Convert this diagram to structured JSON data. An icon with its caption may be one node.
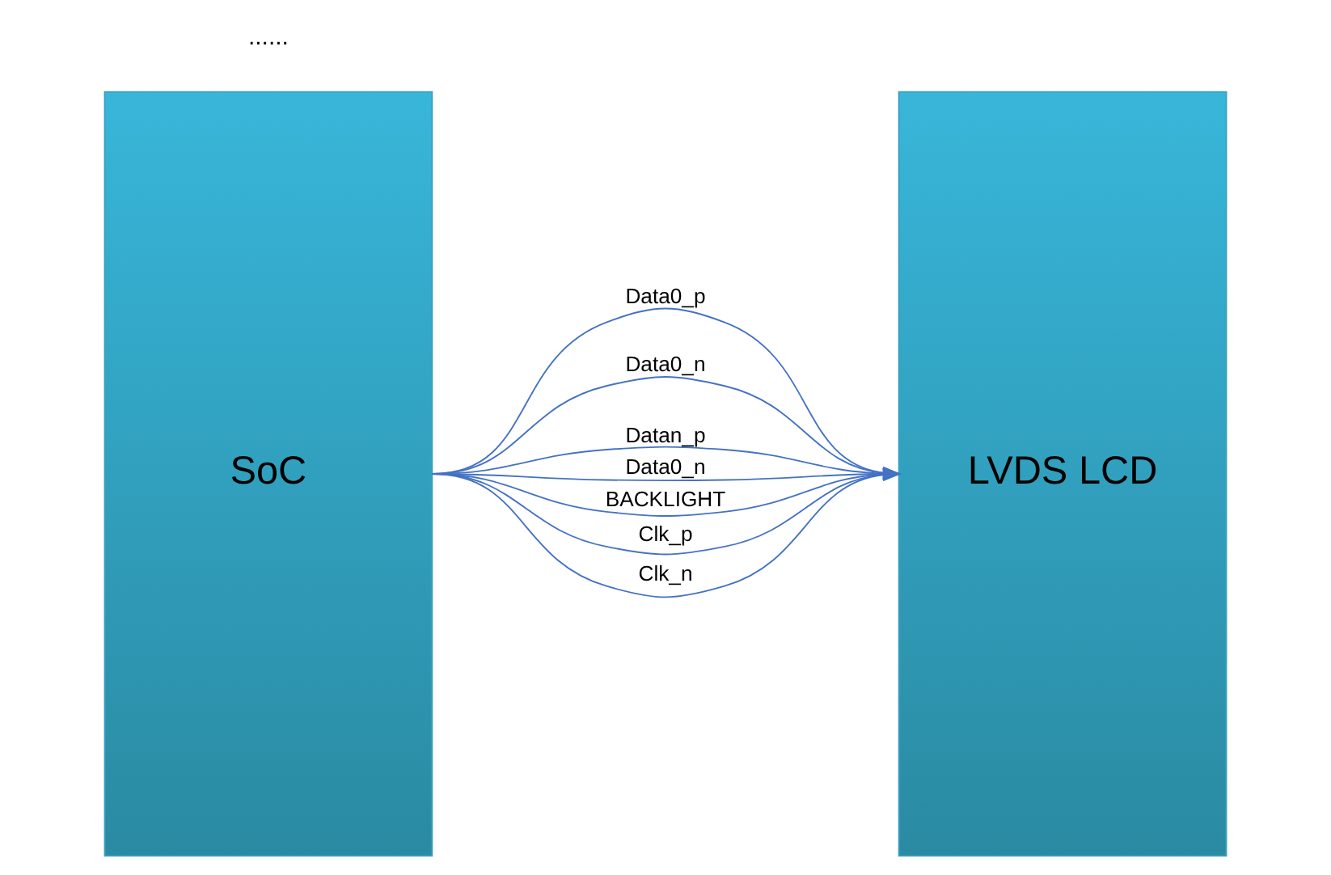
{
  "diagram": {
    "nodes": [
      {
        "text": [
          "SoC"
        ]
      },
      {
        "text": [
          "LVDS LCD"
        ]
      }
    ],
    "edges": [
      {
        "from": 0,
        "to": 1,
        "arrow": "to",
        "label": "Data0_p"
      },
      {
        "from": 0,
        "to": 1,
        "arrow": "to",
        "label": "Data0_n"
      },
      {
        "from": 0,
        "to": 1,
        "arrow": "to",
        "label": "Datan_p"
      },
      {
        "from": 0,
        "to": 1,
        "arrow": "to",
        "label": "Data0_n"
      },
      {
        "from": 0,
        "to": 1,
        "arrow": "to",
        "label": "BACKLIGHT"
      },
      {
        "from": 0,
        "to": 1,
        "arrow": "to",
        "label": "Clk_p"
      },
      {
        "from": 0,
        "to": 1,
        "arrow": "to",
        "label": "Clk_n"
      }
    ],
    "labels": [
      "......"
    ]
  }
}
